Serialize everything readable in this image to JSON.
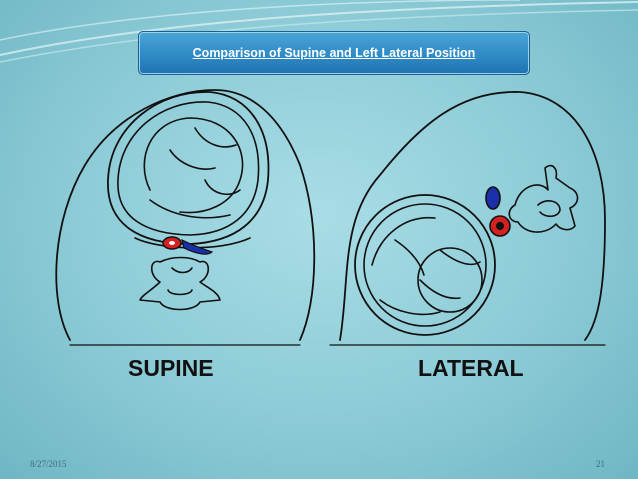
{
  "title": "Comparison of Supine and Left Lateral Position",
  "labels": {
    "supine": "SUPINE",
    "lateral": "LATERAL"
  },
  "footer": {
    "date": "8/27/2015",
    "page": "21"
  },
  "colors": {
    "artery": "#d42020",
    "vein": "#1a2fa8",
    "line": "#111111",
    "title_bg": "#2f8bc6"
  }
}
